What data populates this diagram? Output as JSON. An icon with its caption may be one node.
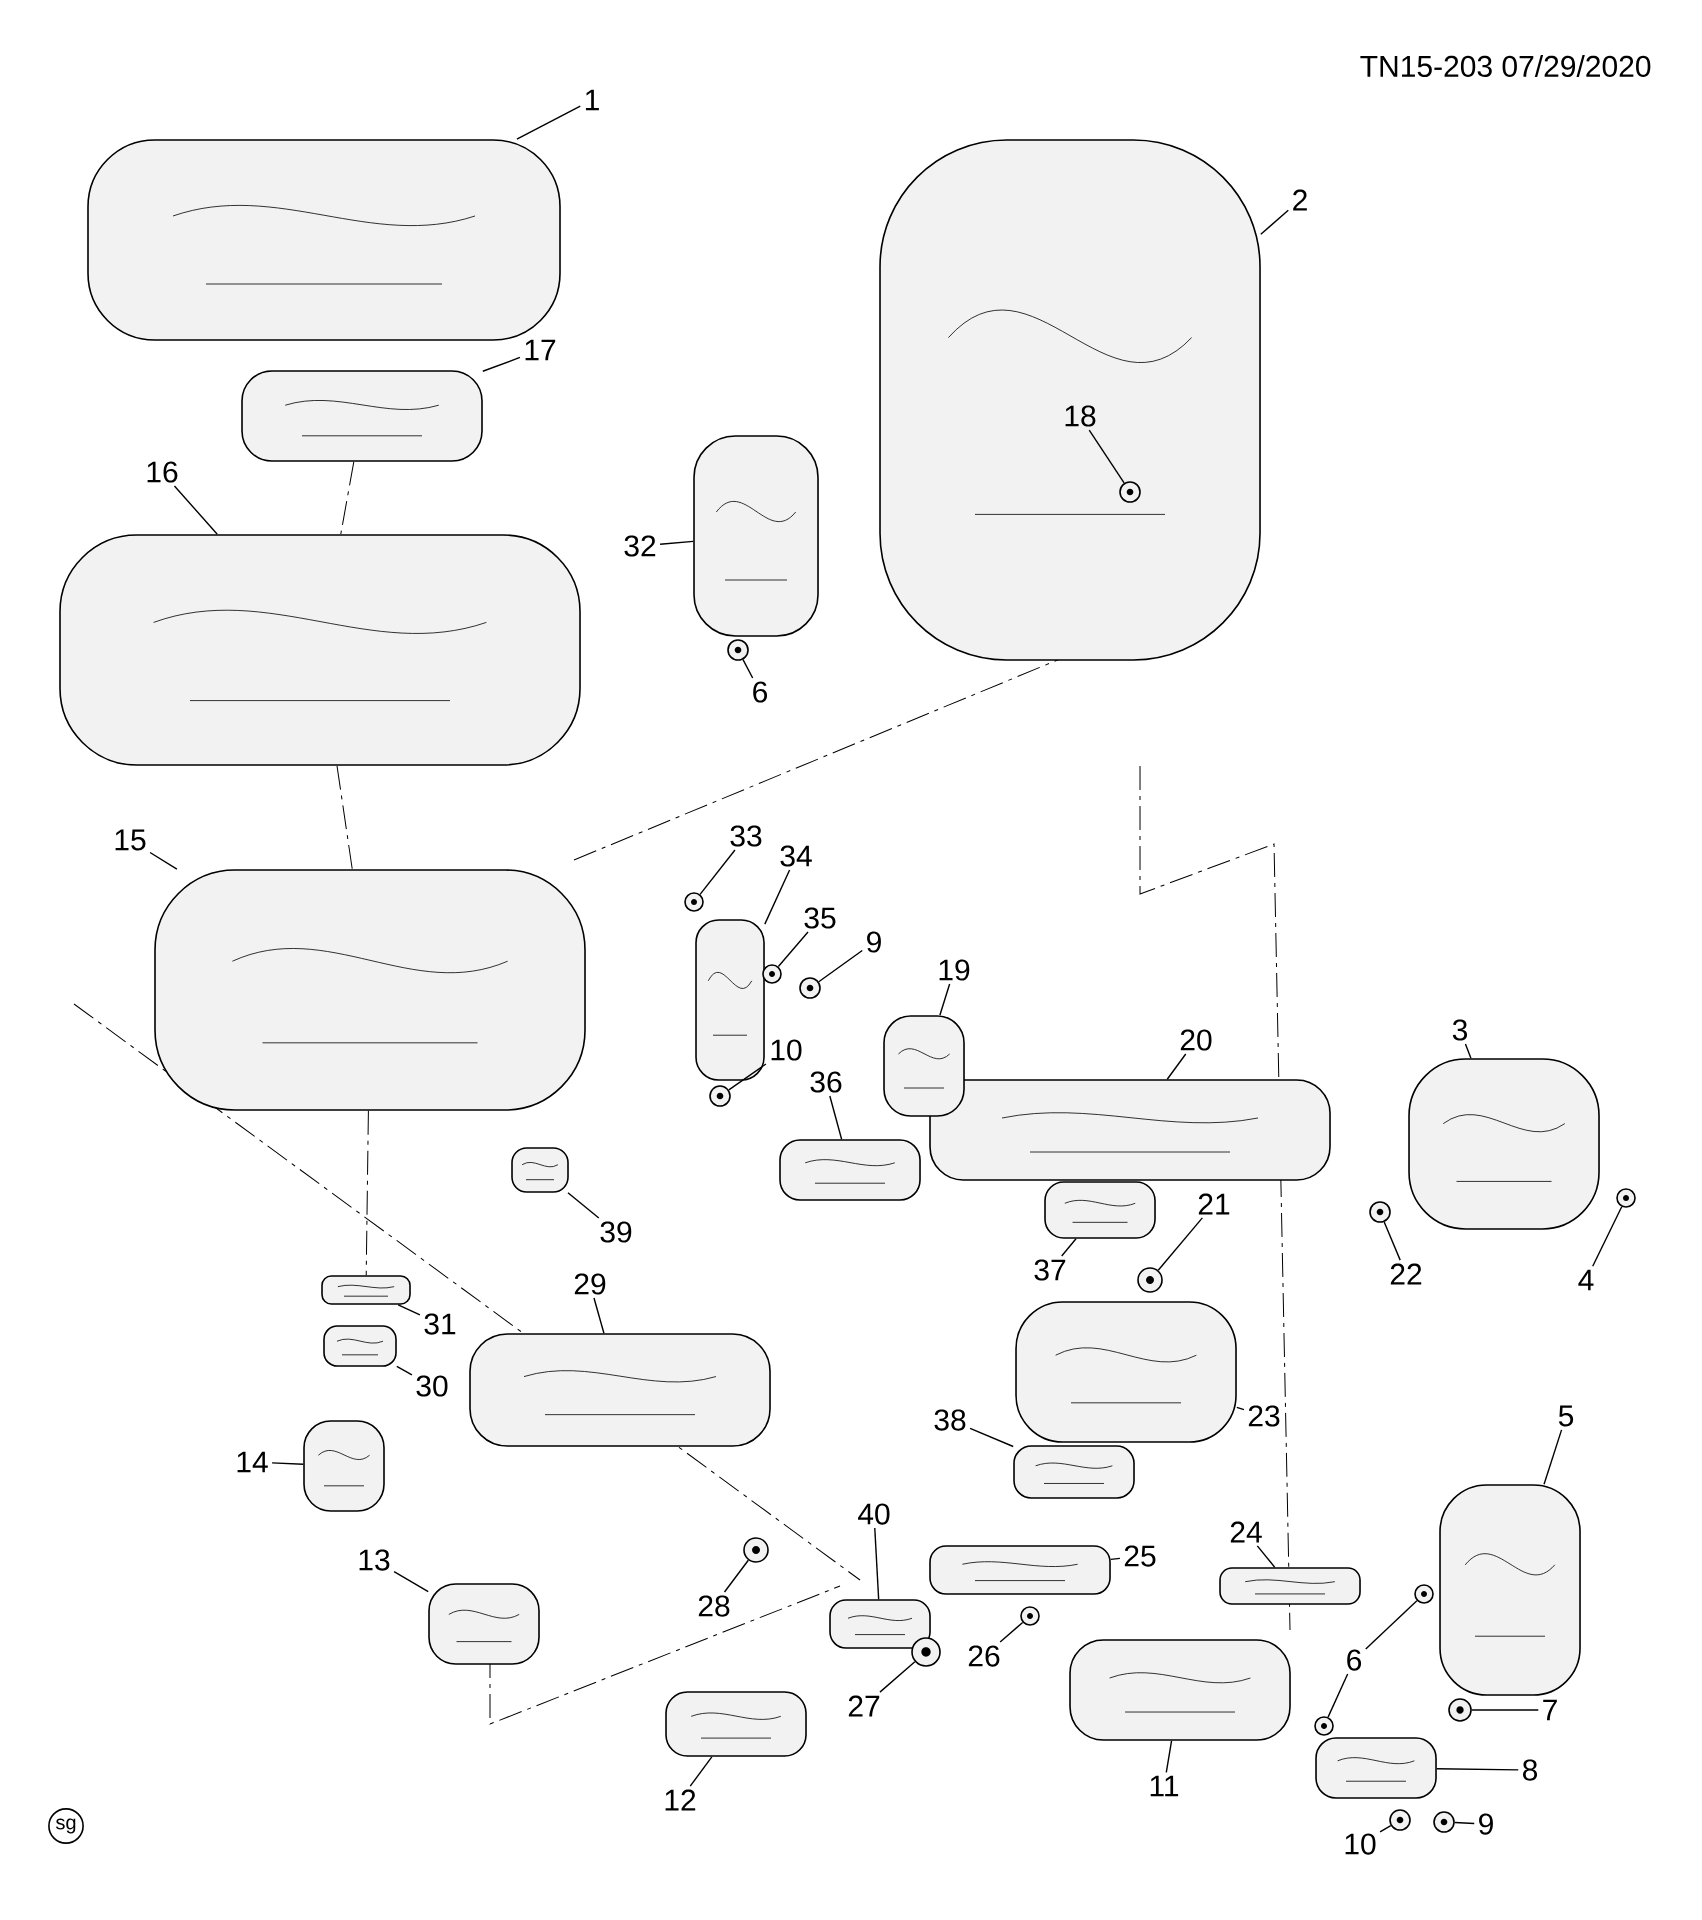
{
  "diagram": {
    "nodes": [
      {
        "text": [
          "1"
        ]
      },
      {
        "text": [],
        "shape": "picture"
      },
      {
        "text": [
          "2"
        ]
      },
      {
        "text": [],
        "shape": "picture"
      },
      {
        "text": [
          "18"
        ],
        "in": 3
      },
      {
        "text": [],
        "shape": "circle",
        "in": 3
      },
      {
        "text": [
          "17"
        ]
      },
      {
        "text": [],
        "shape": "picture"
      },
      {
        "text": [
          "16"
        ]
      },
      {
        "text": [],
        "shape": "picture"
      },
      {
        "text": [
          "32"
        ]
      },
      {
        "text": [],
        "shape": "picture"
      },
      {
        "text": [
          "6"
        ]
      },
      {
        "text": [],
        "shape": "circle"
      },
      {
        "text": [
          "15"
        ]
      },
      {
        "text": [],
        "shape": "picture"
      },
      {
        "text": [
          "33"
        ]
      },
      {
        "text": [],
        "shape": "circle"
      },
      {
        "text": [
          "34"
        ]
      },
      {
        "text": [],
        "shape": "picture"
      },
      {
        "text": [
          "35"
        ]
      },
      {
        "text": [],
        "shape": "circle"
      },
      {
        "text": [
          "9"
        ]
      },
      {
        "text": [],
        "shape": "circle"
      },
      {
        "text": [
          "10"
        ]
      },
      {
        "text": [],
        "shape": "circle"
      },
      {
        "text": [
          "36"
        ]
      },
      {
        "text": [],
        "shape": "picture"
      },
      {
        "text": [
          "39"
        ]
      },
      {
        "text": [],
        "shape": "picture"
      },
      {
        "text": [
          "19"
        ]
      },
      {
        "text": [],
        "shape": "picture"
      },
      {
        "text": [
          "20"
        ]
      },
      {
        "text": [],
        "shape": "picture"
      },
      {
        "text": [
          "37"
        ]
      },
      {
        "text": [],
        "shape": "picture"
      },
      {
        "text": [
          "21"
        ]
      },
      {
        "text": [],
        "shape": "circle"
      },
      {
        "text": [
          "3"
        ]
      },
      {
        "text": [],
        "shape": "picture"
      },
      {
        "text": [
          "22"
        ]
      },
      {
        "text": [],
        "shape": "circle"
      },
      {
        "text": [
          "4"
        ]
      },
      {
        "text": [],
        "shape": "circle"
      },
      {
        "text": [
          "29"
        ]
      },
      {
        "text": [],
        "shape": "picture"
      },
      {
        "text": [
          "31"
        ]
      },
      {
        "text": [],
        "shape": "picture"
      },
      {
        "text": [
          "30"
        ]
      },
      {
        "text": [],
        "shape": "picture"
      },
      {
        "text": [
          "14"
        ]
      },
      {
        "text": [],
        "shape": "picture"
      },
      {
        "text": [
          "23"
        ]
      },
      {
        "text": [],
        "shape": "picture"
      },
      {
        "text": [
          "38"
        ]
      },
      {
        "text": [],
        "shape": "picture"
      },
      {
        "text": [
          "5"
        ]
      },
      {
        "text": [],
        "shape": "picture"
      },
      {
        "text": [
          "40"
        ]
      },
      {
        "text": [],
        "shape": "picture"
      },
      {
        "text": [
          "25"
        ]
      },
      {
        "text": [],
        "shape": "picture"
      },
      {
        "text": [
          "24"
        ]
      },
      {
        "text": [],
        "shape": "picture"
      },
      {
        "text": [
          "28"
        ]
      },
      {
        "text": [],
        "shape": "circle"
      },
      {
        "text": [
          "26"
        ]
      },
      {
        "text": [],
        "shape": "circle"
      },
      {
        "text": [
          "27"
        ]
      },
      {
        "text": [],
        "shape": "circle"
      },
      {
        "text": [
          "6"
        ]
      },
      {
        "text": [],
        "shape": "circle"
      },
      {
        "text": [],
        "shape": "circle"
      },
      {
        "text": [
          "7"
        ]
      },
      {
        "text": [],
        "shape": "circle"
      },
      {
        "text": [
          "13"
        ]
      },
      {
        "text": [],
        "shape": "picture"
      },
      {
        "text": [
          "12"
        ]
      },
      {
        "text": [],
        "shape": "picture"
      },
      {
        "text": [
          "11"
        ]
      },
      {
        "text": [],
        "shape": "picture"
      },
      {
        "text": [
          "8"
        ]
      },
      {
        "text": [],
        "shape": "picture"
      },
      {
        "text": [
          "10"
        ]
      },
      {
        "text": [],
        "shape": "circle"
      },
      {
        "text": [
          "9"
        ]
      },
      {
        "text": [],
        "shape": "circle"
      }
    ],
    "edges": [
      {
        "from": 0,
        "to": 1,
        "arrow": "none"
      },
      {
        "from": 2,
        "to": 3,
        "arrow": "none"
      },
      {
        "from": 4,
        "to": 5,
        "arrow": "none"
      },
      {
        "from": 6,
        "to": 7,
        "arrow": "none"
      },
      {
        "from": 8,
        "to": 9,
        "arrow": "none"
      },
      {
        "from": 10,
        "to": 11,
        "arrow": "none"
      },
      {
        "from": 12,
        "to": 13,
        "arrow": "none"
      },
      {
        "from": 14,
        "to": 15,
        "arrow": "none"
      },
      {
        "from": 16,
        "to": 17,
        "arrow": "none"
      },
      {
        "from": 18,
        "to": 19,
        "arrow": "none"
      },
      {
        "from": 20,
        "to": 21,
        "arrow": "none"
      },
      {
        "from": 22,
        "to": 23,
        "arrow": "none"
      },
      {
        "from": 24,
        "to": 25,
        "arrow": "none"
      },
      {
        "from": 26,
        "to": 27,
        "arrow": "none"
      },
      {
        "from": 28,
        "to": 29,
        "arrow": "none"
      },
      {
        "from": 30,
        "to": 31,
        "arrow": "none"
      },
      {
        "from": 32,
        "to": 33,
        "arrow": "none"
      },
      {
        "from": 34,
        "to": 35,
        "arrow": "none"
      },
      {
        "from": 36,
        "to": 37,
        "arrow": "none"
      },
      {
        "from": 38,
        "to": 39,
        "arrow": "none"
      },
      {
        "from": 40,
        "to": 41,
        "arrow": "none"
      },
      {
        "from": 42,
        "to": 43,
        "arrow": "none"
      },
      {
        "from": 44,
        "to": 45,
        "arrow": "none"
      },
      {
        "from": 46,
        "to": 47,
        "arrow": "none"
      },
      {
        "from": 48,
        "to": 49,
        "arrow": "none"
      },
      {
        "from": 50,
        "to": 51,
        "arrow": "none"
      },
      {
        "from": 52,
        "to": 53,
        "arrow": "none"
      },
      {
        "from": 54,
        "to": 55,
        "arrow": "none"
      },
      {
        "from": 56,
        "to": 57,
        "arrow": "none"
      },
      {
        "from": 58,
        "to": 59,
        "arrow": "none"
      },
      {
        "from": 60,
        "to": 61,
        "arrow": "none"
      },
      {
        "from": 62,
        "to": 63,
        "arrow": "none"
      },
      {
        "from": 64,
        "to": 65,
        "arrow": "none"
      },
      {
        "from": 66,
        "to": 67,
        "arrow": "none"
      },
      {
        "from": 68,
        "to": 69,
        "arrow": "none"
      },
      {
        "from": 70,
        "to": 71,
        "arrow": "none"
      },
      {
        "from": 70,
        "to": 72,
        "arrow": "none"
      },
      {
        "from": 73,
        "to": 74,
        "arrow": "none"
      },
      {
        "from": 75,
        "to": 76,
        "arrow": "none"
      },
      {
        "from": 77,
        "to": 78,
        "arrow": "none"
      },
      {
        "from": 79,
        "to": 80,
        "arrow": "none"
      },
      {
        "from": 81,
        "to": 82,
        "arrow": "none"
      },
      {
        "from": 83,
        "to": 84,
        "arrow": "none"
      },
      {
        "from": 85,
        "to": 86,
        "arrow": "none"
      },
      {
        "from": 7,
        "to": 9,
        "arrow": "none",
        "style": "dashed"
      },
      {
        "from": 9,
        "to": 15,
        "arrow": "none",
        "style": "dashed"
      },
      {
        "from": 15,
        "to": 47,
        "arrow": "none",
        "style": "dashed"
      }
    ],
    "labels": [
      "TN15-203  07/29/2020",
      "sg"
    ]
  }
}
